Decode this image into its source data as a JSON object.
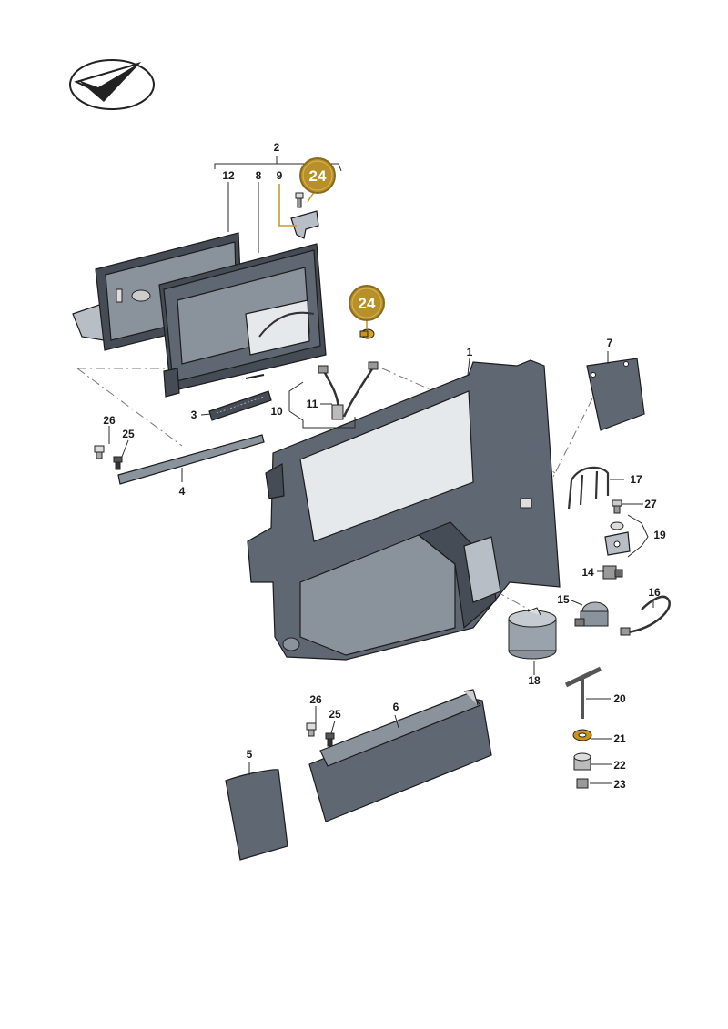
{
  "callouts": [
    {
      "id": "c2",
      "text": "2"
    },
    {
      "id": "c12",
      "text": "12"
    },
    {
      "id": "c8",
      "text": "8"
    },
    {
      "id": "c9",
      "text": "9"
    },
    {
      "id": "c1",
      "text": "1"
    },
    {
      "id": "c7",
      "text": "7"
    },
    {
      "id": "c10",
      "text": "10"
    },
    {
      "id": "c11",
      "text": "11"
    },
    {
      "id": "c3",
      "text": "3"
    },
    {
      "id": "c26a",
      "text": "26"
    },
    {
      "id": "c25a",
      "text": "25"
    },
    {
      "id": "c4",
      "text": "4"
    },
    {
      "id": "c17",
      "text": "17"
    },
    {
      "id": "c27",
      "text": "27"
    },
    {
      "id": "c19",
      "text": "19"
    },
    {
      "id": "c14",
      "text": "14"
    },
    {
      "id": "c15",
      "text": "15"
    },
    {
      "id": "c16",
      "text": "16"
    },
    {
      "id": "c18",
      "text": "18"
    },
    {
      "id": "c20",
      "text": "20"
    },
    {
      "id": "c26b",
      "text": "26"
    },
    {
      "id": "c25b",
      "text": "25"
    },
    {
      "id": "c6",
      "text": "6"
    },
    {
      "id": "c21",
      "text": "21"
    },
    {
      "id": "c5",
      "text": "5"
    },
    {
      "id": "c22",
      "text": "22"
    },
    {
      "id": "c23",
      "text": "23"
    }
  ],
  "badges": [
    {
      "id": "b24a",
      "text": "24"
    },
    {
      "id": "b24b",
      "text": "24"
    }
  ],
  "colors": {
    "badge": "#b8902a",
    "badge_ring": "#8a6a1c",
    "part": "#5f6772"
  }
}
